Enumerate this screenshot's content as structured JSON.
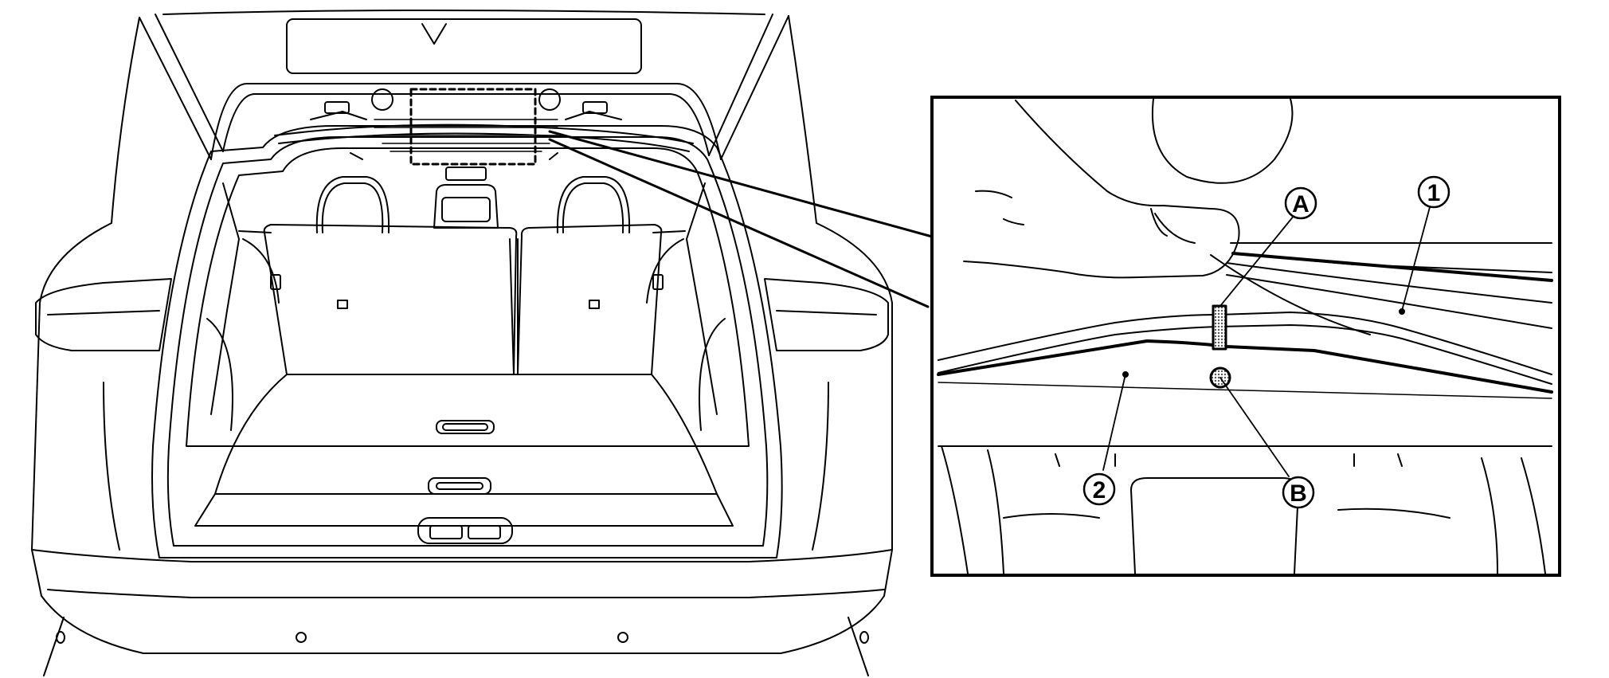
{
  "callouts": {
    "one": "1",
    "two": "2",
    "a": "A",
    "b": "B"
  },
  "colors": {
    "line": "#000000",
    "background": "#ffffff",
    "hatch": "#888888"
  }
}
